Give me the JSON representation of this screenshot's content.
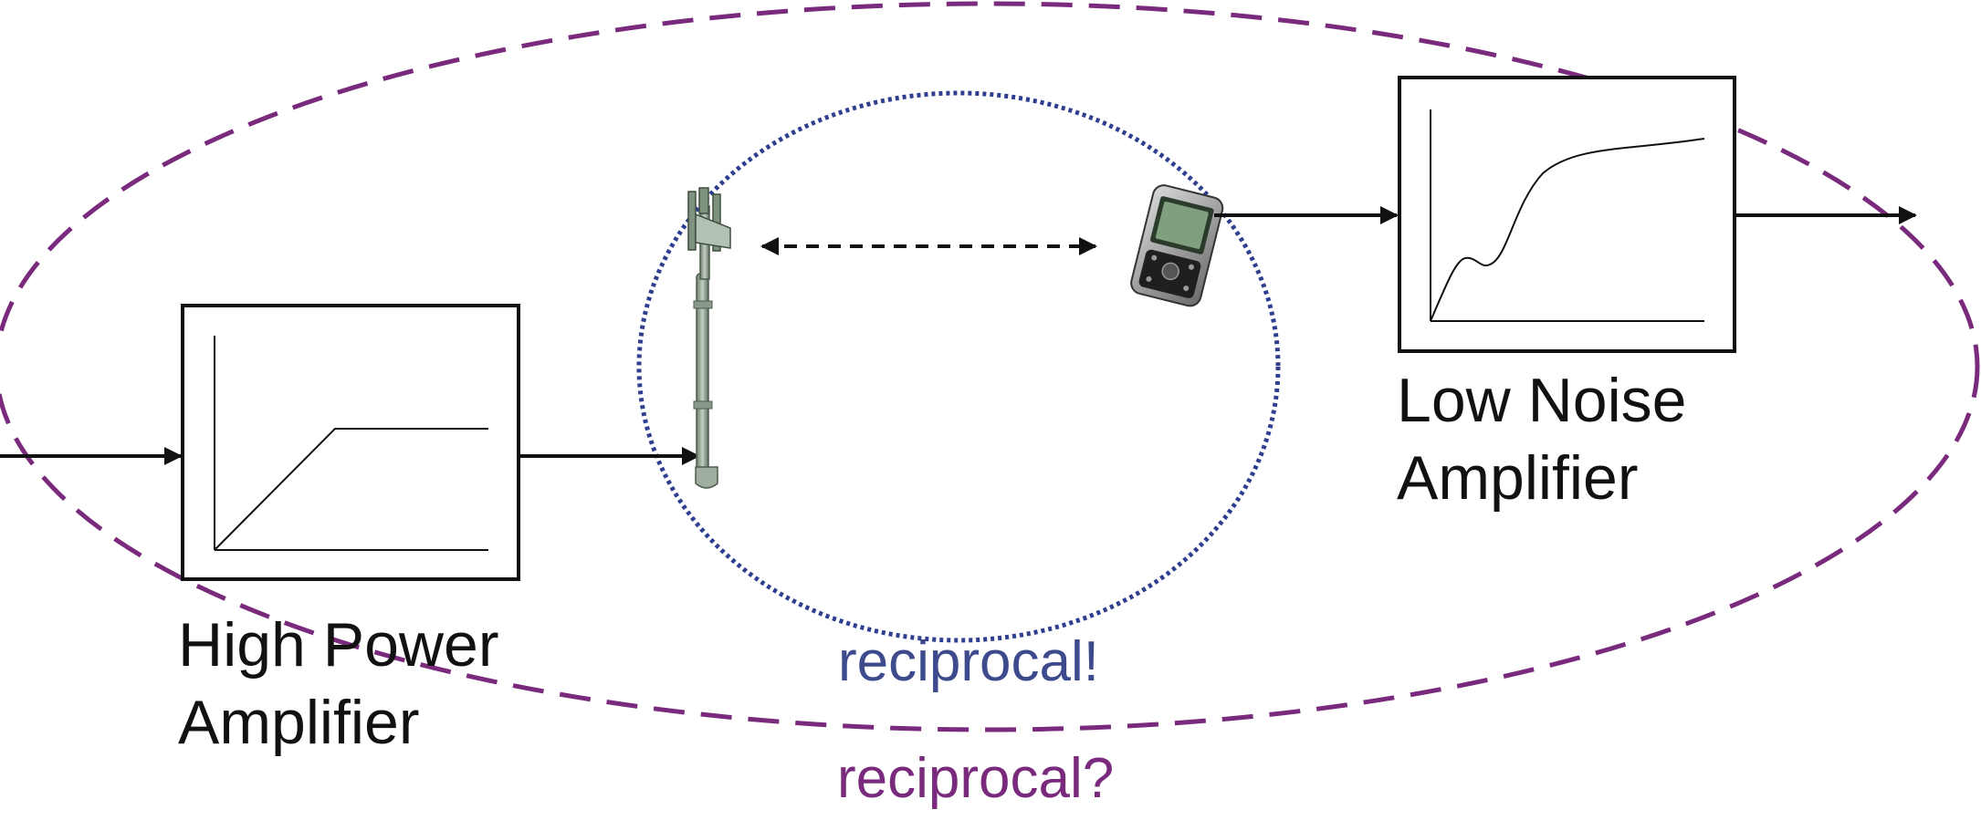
{
  "diagram": {
    "blocks": [
      {
        "id": "hpa",
        "label_line1": "High Power",
        "label_line2": "Amplifier",
        "curve": "linear-saturating"
      },
      {
        "id": "lna",
        "label_line1": "Low Noise",
        "label_line2": "Amplifier",
        "curve": "nonlinear-bumped"
      }
    ],
    "annotations": {
      "inner_loop": "reciprocal!",
      "outer_loop": "reciprocal?"
    },
    "icons": {
      "base_station": "cell-tower-icon",
      "handset": "mobile-phone-icon"
    },
    "colors": {
      "outer_ellipse": "#7a2a7c",
      "inner_ellipse": "#2f3f8f",
      "line": "#111111"
    }
  }
}
